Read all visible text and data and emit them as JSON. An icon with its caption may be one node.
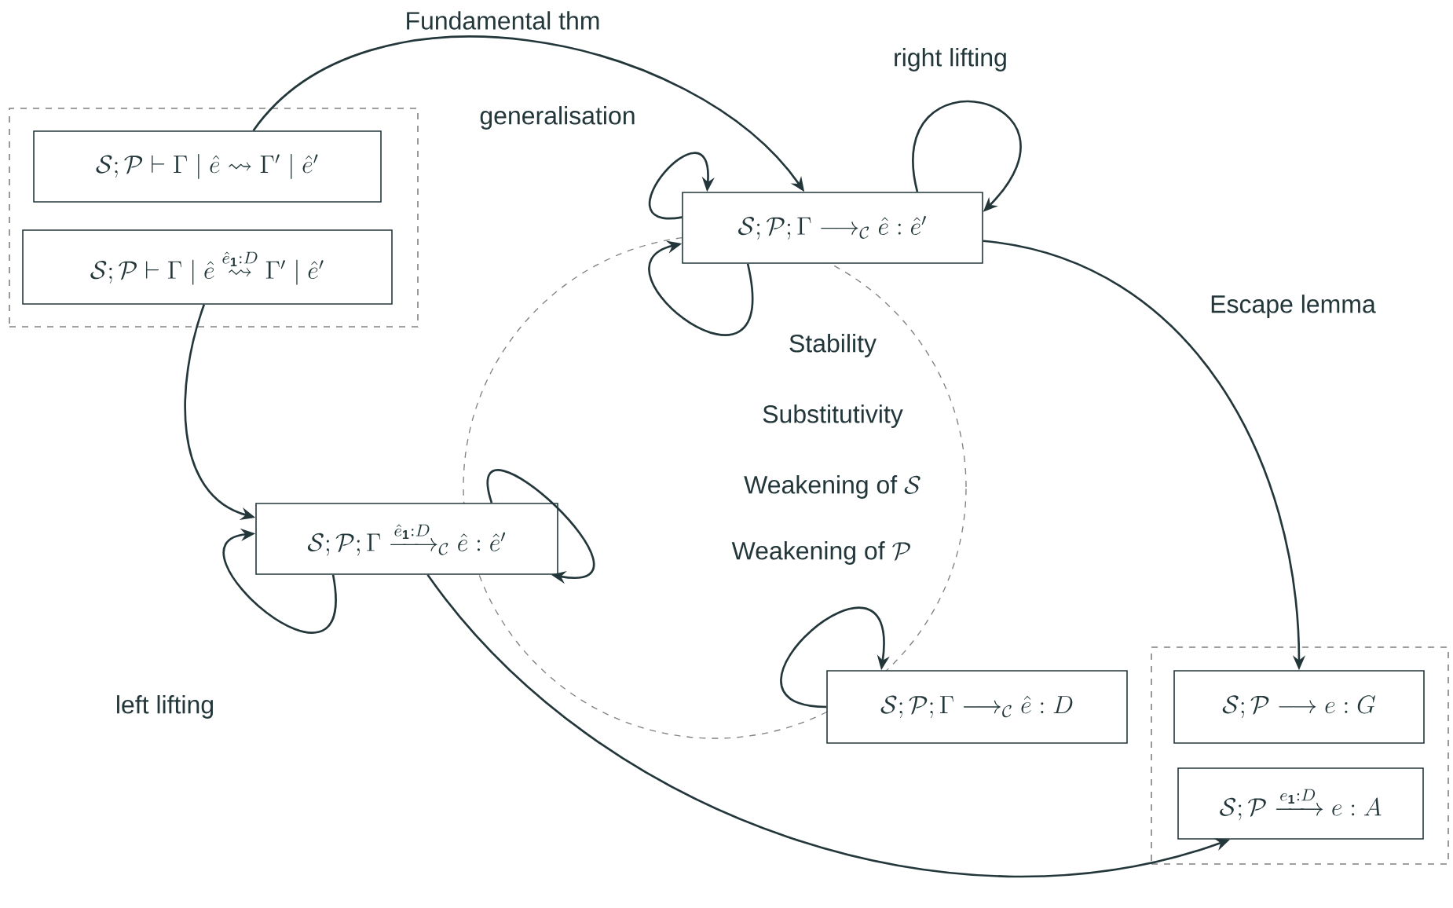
{
  "diagram": {
    "nodes": [
      {
        "text": [],
        "shape": "box"
      },
      {
        "text": [
          "\\mathcal{S};\\mathcal{P} \\vdash \\Gamma \\mid \\hat{e} \\rightsquigarrow \\Gamma' \\mid \\hat{e}'"
        ],
        "in": 0
      },
      {
        "text": [
          "\\mathcal{S};\\mathcal{P} \\vdash \\Gamma \\mid \\hat{e} \\overset{\\hat{e}_{\\mathbf{1}}:D}{\\rightsquigarrow} \\Gamma' \\mid \\hat{e}'"
        ],
        "in": 0
      },
      {
        "text": [
          "\\mathcal{S};\\mathcal{P};\\Gamma \\longrightarrow_{\\mathcal{C}} \\hat{e} : \\hat{e}'"
        ]
      },
      {
        "text": [
          "\\mathcal{S};\\mathcal{P};\\Gamma \\xrightarrow{\\hat{e}_{\\mathbf{1}}:D}_{\\mathcal{C}} \\hat{e} : \\hat{e}'"
        ]
      },
      {
        "text": [
          "\\mathcal{S};\\mathcal{P};\\Gamma \\longrightarrow_{\\mathcal{C}} \\hat{e} : D"
        ]
      },
      {
        "text": [],
        "shape": "box"
      },
      {
        "text": [
          "\\mathcal{S};\\mathcal{P} \\longrightarrow e : G"
        ],
        "in": 6
      },
      {
        "text": [
          "\\mathcal{S};\\mathcal{P} \\xrightarrow{e_{\\mathbf{1}}:D} e : A"
        ],
        "in": 6
      }
    ],
    "edges": [
      {
        "from": 1,
        "to": 3,
        "arrow": "to",
        "label": "Fundamental thm"
      },
      {
        "from": 2,
        "to": 4,
        "arrow": "to"
      },
      {
        "from": 3,
        "to": 3,
        "arrow": "to",
        "label": "generalisation"
      },
      {
        "from": 3,
        "to": 3,
        "arrow": "to",
        "label": "right lifting"
      },
      {
        "from": 3,
        "to": 3,
        "arrow": "to"
      },
      {
        "from": 4,
        "to": 4,
        "arrow": "to",
        "label": "left lifting"
      },
      {
        "from": 4,
        "to": 4,
        "arrow": "to"
      },
      {
        "from": 5,
        "to": 5,
        "arrow": "to"
      },
      {
        "from": 3,
        "to": 7,
        "arrow": "to",
        "label": "Escape lemma"
      },
      {
        "from": 4,
        "to": 8,
        "arrow": "to"
      }
    ],
    "labels": [
      "Stability",
      "Substitutivity",
      "\\text{Weakening of }\\mathcal{S}",
      "\\text{Weakening of }\\mathcal{P}"
    ]
  }
}
